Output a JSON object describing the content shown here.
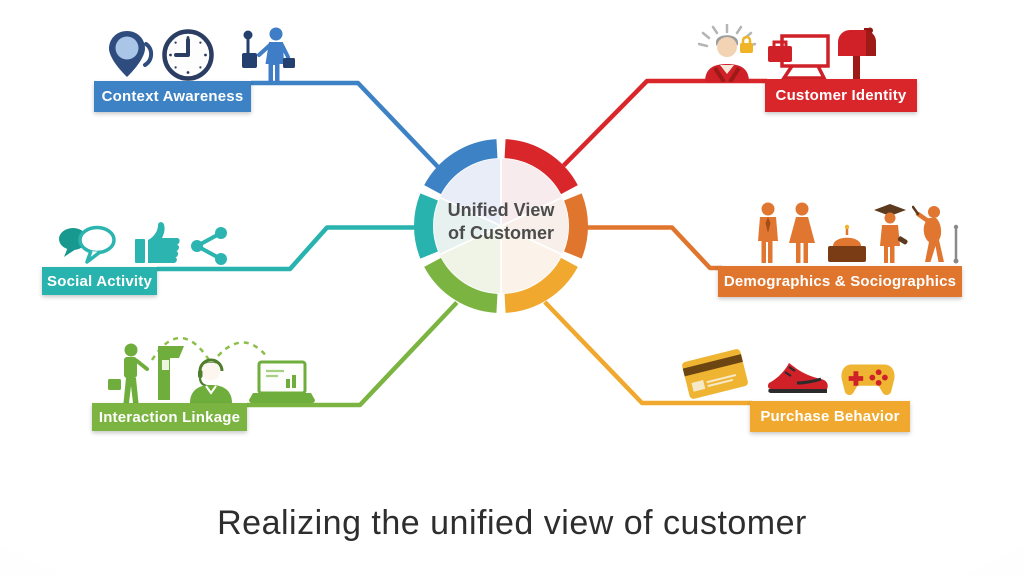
{
  "page_title": "Realizing the unified view of customer",
  "center": {
    "line1": "Unified View",
    "line2": "of Customer"
  },
  "branches": {
    "context_awareness": {
      "label": "Context Awareness",
      "color": "#3d82c4",
      "icons": [
        "location-pin-icon",
        "clock-icon",
        "traveler-icon"
      ]
    },
    "social_activity": {
      "label": "Social Activity",
      "color": "#29b3ae",
      "icons": [
        "chat-bubbles-icon",
        "thumbs-up-icon",
        "share-icon"
      ]
    },
    "interaction_linkage": {
      "label": "Interaction Linkage",
      "color": "#7bb441",
      "icons": [
        "kiosk-person-icon",
        "support-agent-icon",
        "laptop-icon"
      ]
    },
    "customer_identity": {
      "label": "Customer Identity",
      "color": "#d8262a",
      "icons": [
        "customer-person-icon",
        "secure-computer-icon",
        "mailbox-icon"
      ]
    },
    "demographics_sociographics": {
      "label": "Demographics & Sociographics",
      "color": "#e0752e",
      "icons": [
        "man-icon",
        "woman-icon",
        "cake-icon",
        "graduate-icon",
        "golfer-icon"
      ]
    },
    "purchase_behavior": {
      "label": "Purchase Behavior",
      "color": "#f0a92e",
      "icons": [
        "credit-card-icon",
        "shoe-icon",
        "gamepad-icon"
      ]
    }
  },
  "inner_slices": {
    "top_right": "#f7ebee",
    "right": "#f8efeb",
    "bottom_right": "#fbf3e9",
    "bottom_left": "#eff4e7",
    "left": "#e7f2f0",
    "top_left": "#e9edf7"
  },
  "text_colors": {
    "center": "#4c4c4c",
    "title": "#2e2e2e",
    "bar_text": "#ffffff"
  }
}
